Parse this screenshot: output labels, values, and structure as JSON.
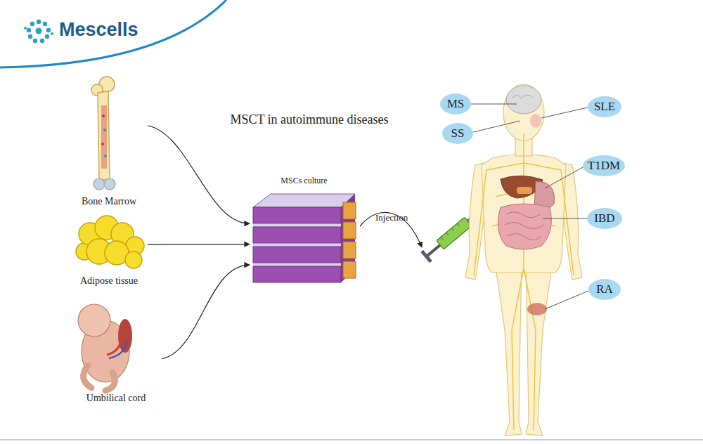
{
  "diagram": {
    "title": "MSCT in autoimmune diseases",
    "nodes": [
      {
        "text": [
          "Bone Marrow"
        ]
      },
      {
        "text": [
          "Adipose tissue"
        ]
      },
      {
        "text": [
          "Umbilical cord"
        ]
      },
      {
        "text": [
          "MSCs culture"
        ]
      },
      {
        "text": [
          "MS"
        ]
      },
      {
        "text": [
          "SLE"
        ]
      },
      {
        "text": [
          "SS"
        ]
      },
      {
        "text": [
          "T1DM"
        ]
      },
      {
        "text": [
          "IBD"
        ]
      },
      {
        "text": [
          "RA"
        ]
      }
    ],
    "edges": [
      {
        "from": 0,
        "to": 3,
        "arrow": "to"
      },
      {
        "from": 1,
        "to": 3,
        "arrow": "to"
      },
      {
        "from": 2,
        "to": 3,
        "arrow": "to"
      }
    ],
    "labels": [
      "Mescells",
      "Injection"
    ]
  }
}
